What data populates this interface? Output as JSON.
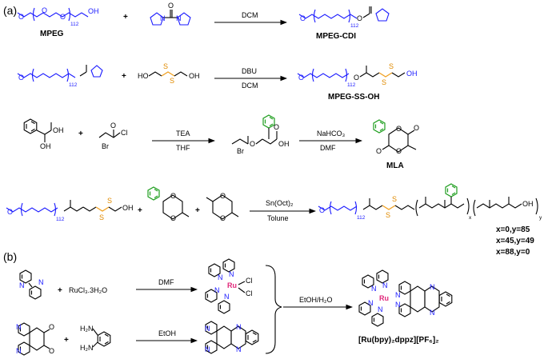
{
  "panels": {
    "a": "(a)",
    "b": "(b)"
  },
  "compounds": {
    "mpeg": "MPEG",
    "mpeg_cdi": "MPEG-CDI",
    "mpeg_ss_oh": "MPEG-SS-OH",
    "mla": "MLA",
    "ru_complex": "[Ru(bpy)₂dppz][PF₆]₂"
  },
  "reagents": {
    "rxn1": "DCM",
    "rxn2_top": "DBU",
    "rxn2_bottom": "DCM",
    "rxn3_top": "TEA",
    "rxn3_bottom": "THF",
    "rxn4_top": "NaHCO₃",
    "rxn4_bottom": "DMF",
    "rxn5_top": "Sn(Oct)₂",
    "rxn5_bottom": "Tolune",
    "rxn6": "DMF",
    "rxn7": "EtOH",
    "rxn8": "EtOH/H₂O",
    "rucl3": "RuCl₃.3H₂O"
  },
  "subscripts": {
    "peg_n": "112",
    "x": "x",
    "y": "y"
  },
  "ratios": [
    "x=0,y=85",
    "x=45,y=49",
    "x=88,y=0"
  ],
  "atoms": {
    "O": "O",
    "OH": "OH",
    "HO": "HO",
    "N": "N",
    "S": "S",
    "Br": "Br",
    "Cl": "Cl",
    "Ru": "Ru",
    "H2N": "H₂N",
    "plus": "+"
  }
}
